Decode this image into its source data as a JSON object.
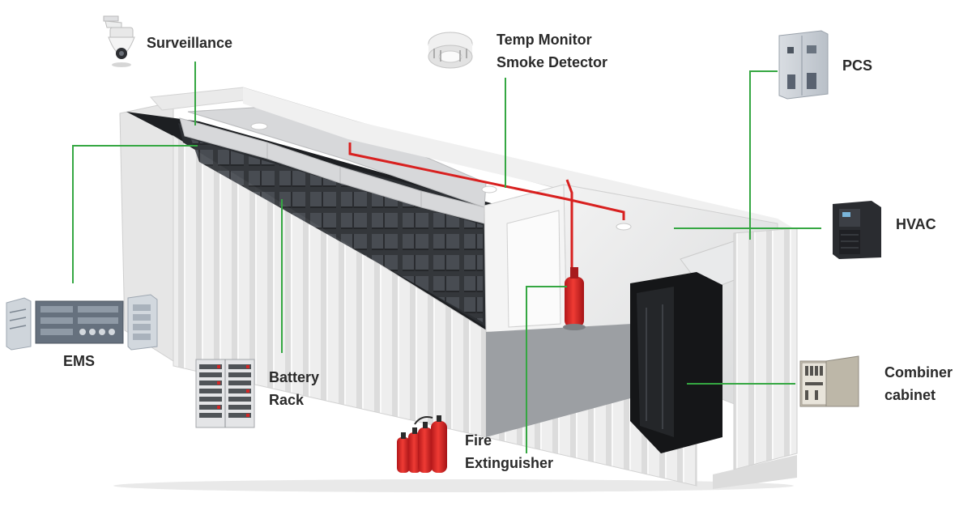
{
  "colors": {
    "leader_line": "#35a742",
    "label_text": "#2a2a2a",
    "container_body": "#f1f2f2",
    "battery_rack": "#3a3d42",
    "fire_pipe": "#d8201f"
  },
  "labels": {
    "surveillance": "Surveillance",
    "temp_monitor": "Temp Monitor",
    "smoke_detector": "Smoke Detector",
    "pcs": "PCS",
    "hvac": "HVAC",
    "ems": "EMS",
    "battery": "Battery",
    "rack": "Rack",
    "fire": "Fire",
    "extinguisher": "Extinguisher",
    "combiner": "Combiner",
    "cabinet": "cabinet"
  },
  "icons": {
    "surveillance": "dome-camera-icon",
    "detector": "smoke-detector-icon",
    "pcs": "pcs-cabinet-icon",
    "hvac": "hvac-unit-icon",
    "ems": "server-rack-icon",
    "battery_rack": "battery-rack-icon",
    "fire_extinguisher": "fire-extinguisher-icon",
    "combiner": "combiner-box-icon"
  }
}
